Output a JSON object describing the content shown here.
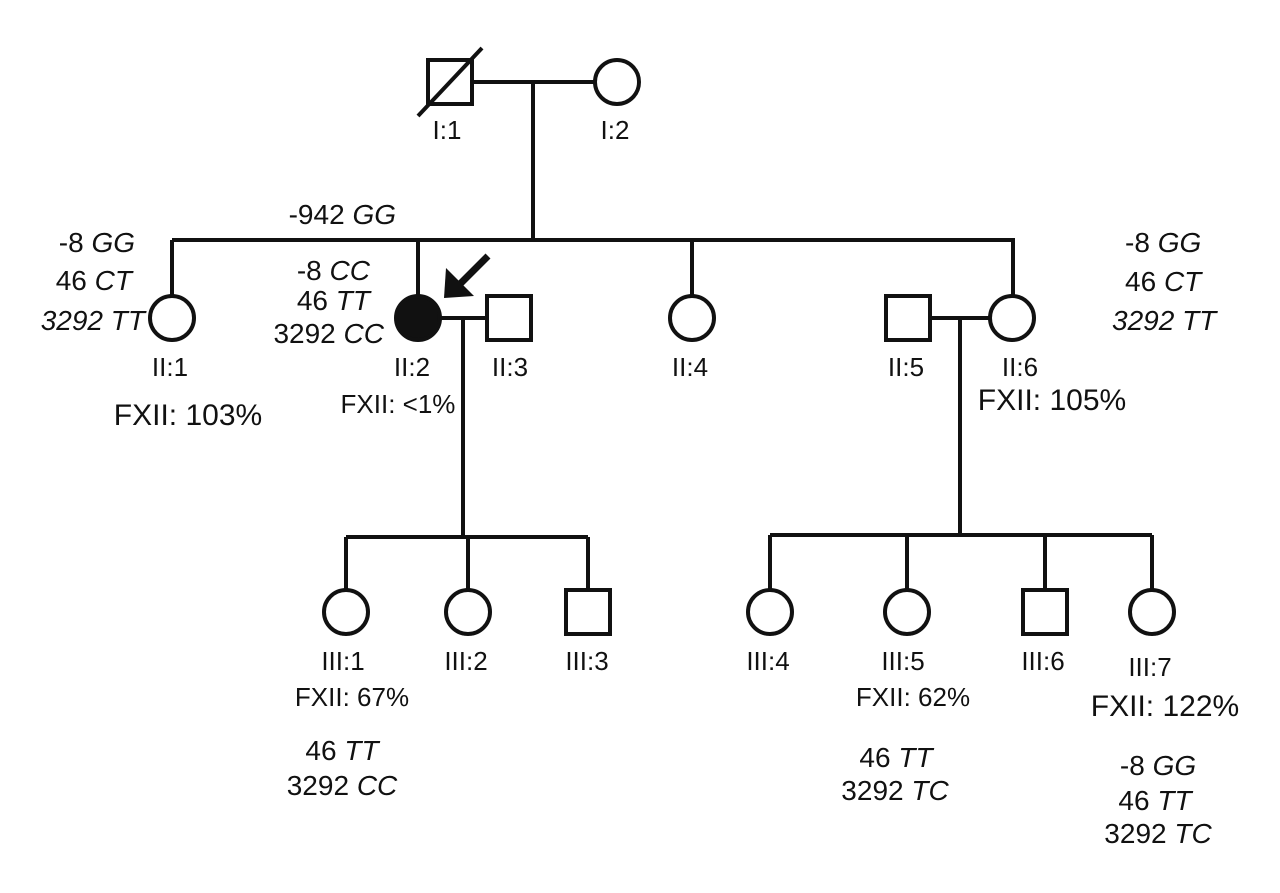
{
  "individuals": {
    "I1": {
      "id": "I:1",
      "sex": "male",
      "deceased": true
    },
    "I2": {
      "id": "I:2",
      "sex": "female"
    },
    "II1": {
      "id": "II:1",
      "sex": "female",
      "fxii": "FXII: 103%",
      "genotype": [
        "-8",
        "GG",
        "46",
        "CT",
        "3292",
        "TT"
      ]
    },
    "II2": {
      "id": "II:2",
      "sex": "female",
      "affected": true,
      "proband": true,
      "fxii": "FXII: <1%",
      "genotype": [
        "-942",
        "GG",
        "-8",
        "CC",
        "46",
        "TT",
        "3292",
        "CC"
      ]
    },
    "II3": {
      "id": "II:3",
      "sex": "male"
    },
    "II4": {
      "id": "II:4",
      "sex": "female"
    },
    "II5": {
      "id": "II:5",
      "sex": "male"
    },
    "II6": {
      "id": "II:6",
      "sex": "female",
      "fxii": "FXII: 105%",
      "genotype": [
        "-8",
        "GG",
        "46",
        "CT",
        "3292",
        "TT"
      ]
    },
    "III1": {
      "id": "III:1",
      "sex": "female",
      "fxii": "FXII: 67%",
      "genotype": [
        "46",
        "TT",
        "3292",
        "CC"
      ]
    },
    "III2": {
      "id": "III:2",
      "sex": "female"
    },
    "III3": {
      "id": "III:3",
      "sex": "male"
    },
    "III4": {
      "id": "III:4",
      "sex": "female"
    },
    "III5": {
      "id": "III:5",
      "sex": "female",
      "fxii": "FXII: 62%",
      "genotype": [
        "46",
        "TT",
        "3292",
        "TC"
      ]
    },
    "III6": {
      "id": "III:6",
      "sex": "male"
    },
    "III7": {
      "id": "III:7",
      "sex": "female",
      "fxii": "FXII: 122%",
      "genotype": [
        "-8",
        "GG",
        "46",
        "TT",
        "3292",
        "TC"
      ]
    }
  },
  "colors": {
    "line": "#111111",
    "affected_fill": "#111111",
    "background": "#ffffff"
  }
}
